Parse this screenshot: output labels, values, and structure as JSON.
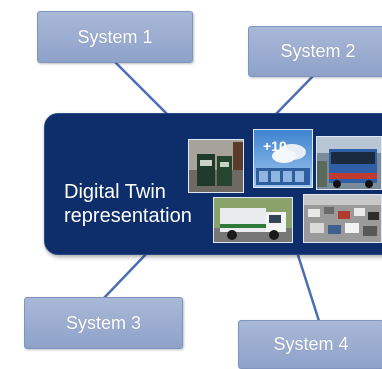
{
  "nodes": {
    "system1": "System 1",
    "system2": "System 2",
    "system3": "System 3",
    "system4": "System 4",
    "hub_line1": "Digital Twin",
    "hub_line2": "representation"
  },
  "photos": {
    "kiosk": "kiosk-image",
    "weather": "weather-image",
    "weather_temp": "+10",
    "bus": "bus-image",
    "garbage_truck": "garbage-truck-image",
    "traffic": "traffic-image"
  },
  "colors": {
    "hub_fill": "#0e2d6b",
    "system_box_fill": "#9aabd0",
    "connector": "#4a6fb0"
  }
}
